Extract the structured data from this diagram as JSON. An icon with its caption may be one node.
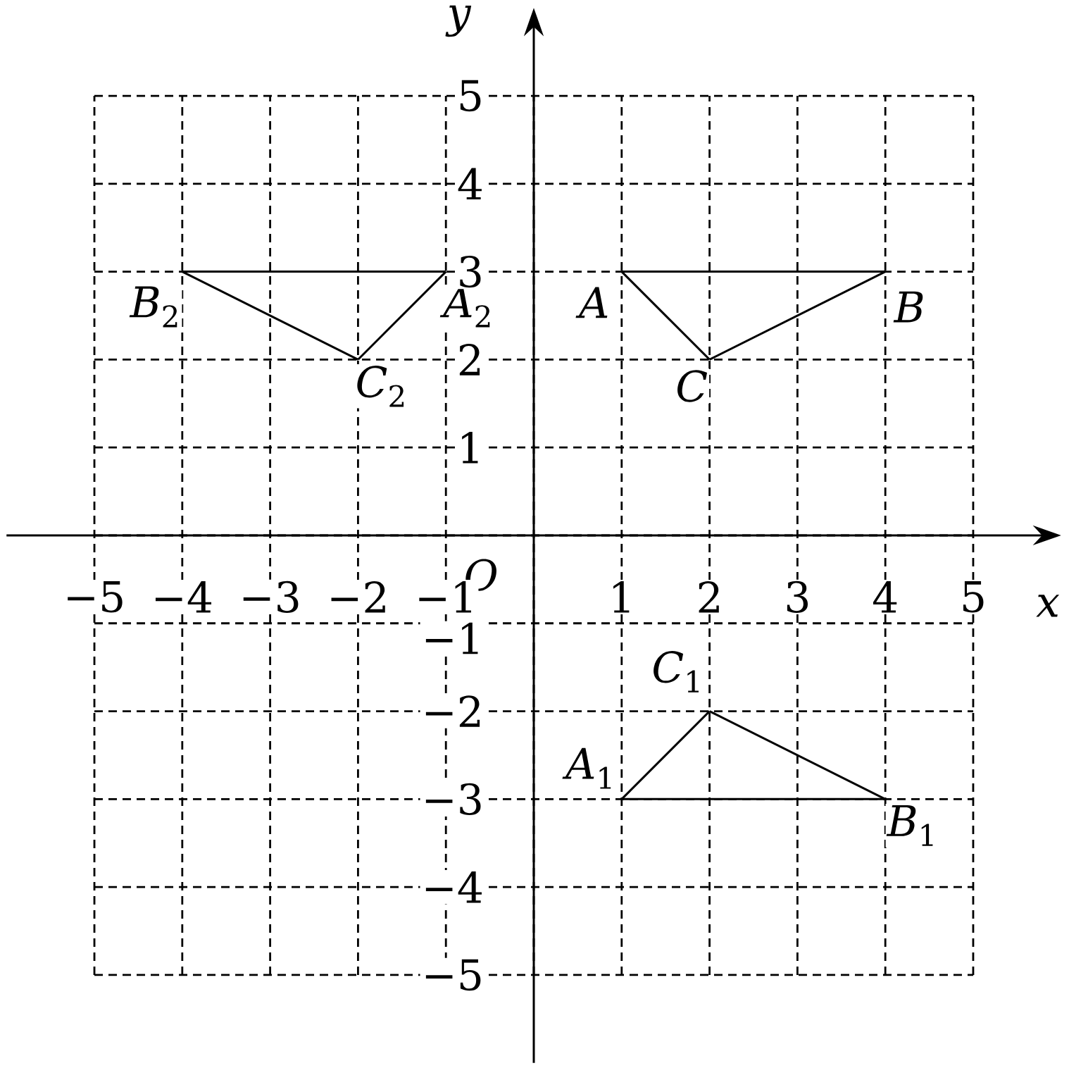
{
  "diagram": {
    "nodes": [
      {
        "text": [
          "*A*"
        ]
      },
      {
        "text": [
          "*B*"
        ]
      },
      {
        "text": [
          "*C*"
        ]
      },
      {
        "text": [
          "*A*$_{1}$"
        ]
      },
      {
        "text": [
          "*B*$_{1}$"
        ]
      },
      {
        "text": [
          "*C*$_{1}$"
        ]
      },
      {
        "text": [
          "*A*$_{2}$"
        ]
      },
      {
        "text": [
          "*B*$_{2}$"
        ]
      },
      {
        "text": [
          "*C*$_{2}$"
        ]
      }
    ],
    "edges": [
      {
        "from": 0,
        "to": 1,
        "arrow": "none"
      },
      {
        "from": 1,
        "to": 2,
        "arrow": "none"
      },
      {
        "from": 2,
        "to": 0,
        "arrow": "none"
      },
      {
        "from": 3,
        "to": 4,
        "arrow": "none"
      },
      {
        "from": 4,
        "to": 5,
        "arrow": "none"
      },
      {
        "from": 5,
        "to": 3,
        "arrow": "none"
      },
      {
        "from": 6,
        "to": 7,
        "arrow": "none"
      },
      {
        "from": 7,
        "to": 8,
        "arrow": "none"
      },
      {
        "from": 8,
        "to": 6,
        "arrow": "none"
      }
    ],
    "labels": [
      "*y*",
      "5",
      "4",
      "3",
      "2",
      "1",
      "*O*",
      "−5",
      "−4",
      "−3",
      "−2",
      "−1",
      "1",
      "2",
      "3",
      "4",
      "5",
      "*x*",
      "−1",
      "−2",
      "−3",
      "−4",
      "−5"
    ]
  }
}
